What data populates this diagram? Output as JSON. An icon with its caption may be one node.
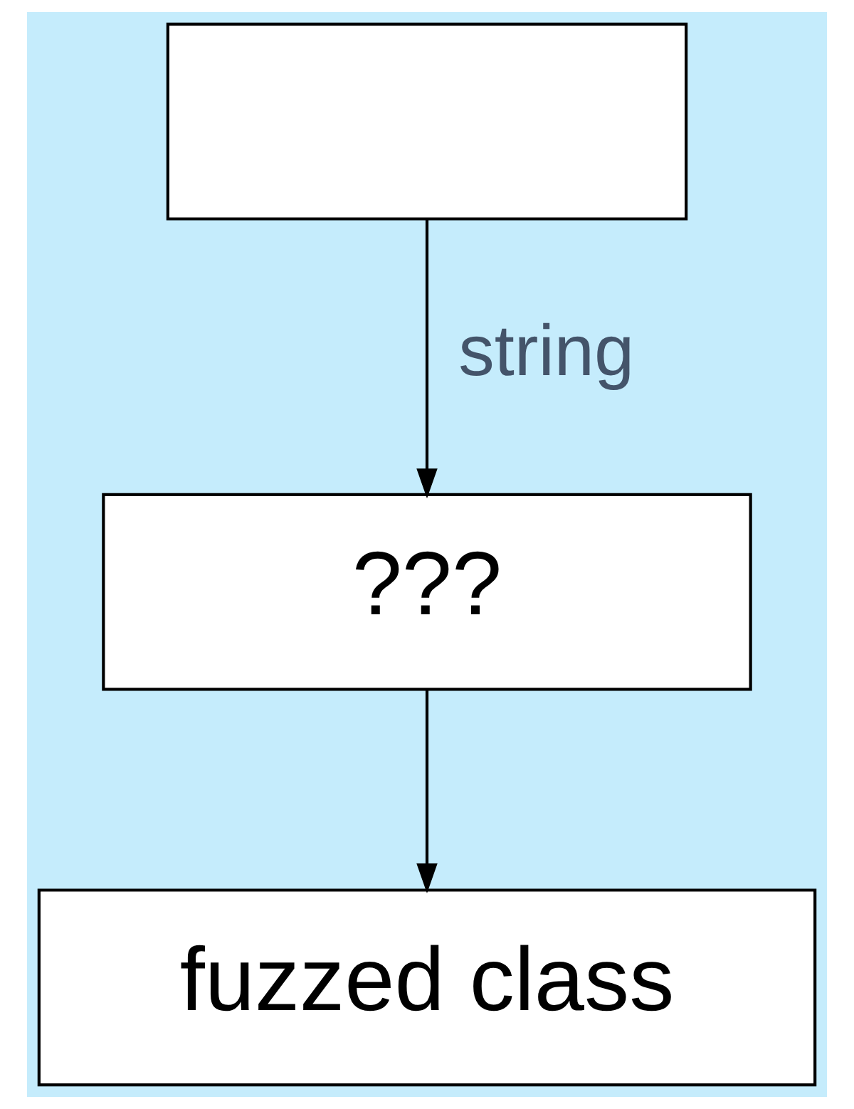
{
  "diagram": {
    "nodes": [
      {
        "text": [],
        "shape": "box"
      },
      {
        "text": [
          "???"
        ]
      },
      {
        "text": [
          "fuzzed class"
        ]
      }
    ],
    "edges": [
      {
        "from": 0,
        "to": 1,
        "arrow": "to",
        "label": "string"
      },
      {
        "from": 1,
        "to": 2,
        "arrow": "to"
      }
    ]
  }
}
